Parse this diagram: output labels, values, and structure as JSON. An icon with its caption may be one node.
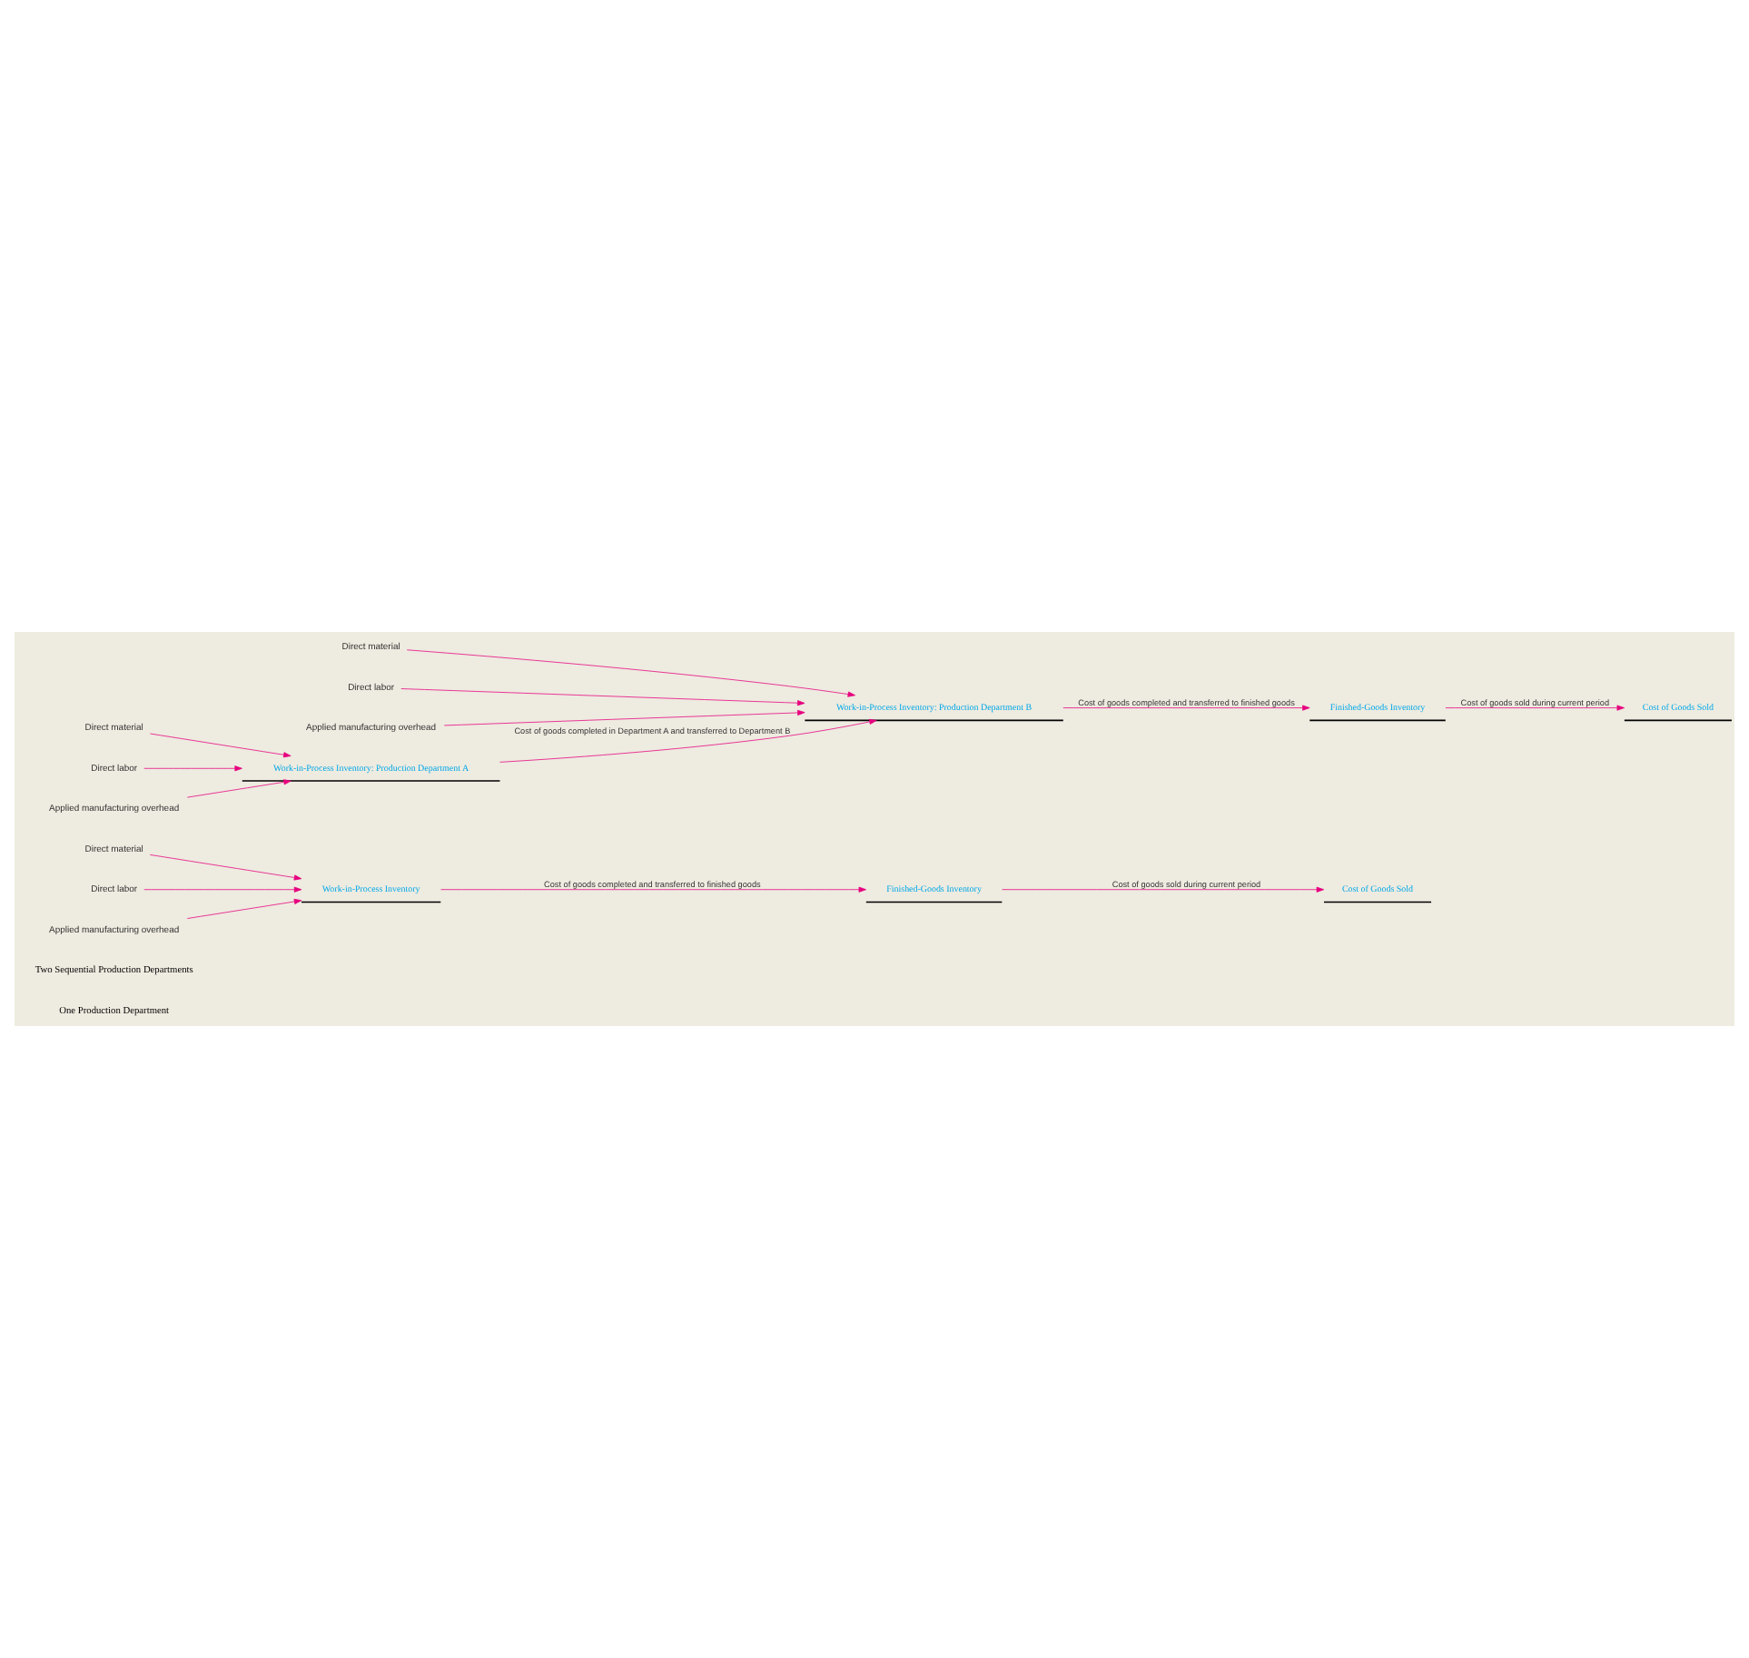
{
  "diagram": {
    "nodes": [
      {
        "text": [
          "Work-in-Process Inventory"
        ]
      },
      {
        "text": [
          "Finished-Goods Inventory"
        ]
      },
      {
        "text": [
          "Cost of Goods Sold"
        ]
      },
      {
        "text": [
          "Direct material"
        ]
      },
      {
        "text": [
          "Direct labor"
        ]
      },
      {
        "text": [
          "Applied manufacturing overhead"
        ]
      },
      {
        "text": [
          "Work-in-Process Inventory: Production Department A"
        ]
      },
      {
        "text": [
          "Work-in-Process Inventory: Production Department B"
        ]
      },
      {
        "text": [
          "Finished-Goods Inventory"
        ]
      },
      {
        "text": [
          "Cost of Goods Sold"
        ]
      },
      {
        "text": [
          "Direct material"
        ]
      },
      {
        "text": [
          "Direct labor"
        ]
      },
      {
        "text": [
          "Applied manufacturing overhead"
        ]
      },
      {
        "text": [
          "Direct material"
        ]
      },
      {
        "text": [
          "Direct labor"
        ]
      },
      {
        "text": [
          "Applied manufacturing overhead"
        ]
      }
    ],
    "edges": [
      {
        "from": 3,
        "to": 0,
        "arrow": "to"
      },
      {
        "from": 4,
        "to": 0,
        "arrow": "to"
      },
      {
        "from": 5,
        "to": 0,
        "arrow": "to"
      },
      {
        "from": 0,
        "to": 1,
        "arrow": "to",
        "label": "Cost of goods completed and transferred to finished goods"
      },
      {
        "from": 1,
        "to": 2,
        "arrow": "to",
        "label": "Cost of goods sold during current period"
      },
      {
        "from": 10,
        "to": 6,
        "arrow": "to"
      },
      {
        "from": 11,
        "to": 6,
        "arrow": "to"
      },
      {
        "from": 12,
        "to": 6,
        "arrow": "to"
      },
      {
        "from": 6,
        "to": 7,
        "arrow": "to",
        "label": "Cost of goods completed in Department A and transferred to Department B"
      },
      {
        "from": 13,
        "to": 7,
        "arrow": "to"
      },
      {
        "from": 14,
        "to": 7,
        "arrow": "to"
      },
      {
        "from": 15,
        "to": 7,
        "arrow": "to"
      },
      {
        "from": 7,
        "to": 8,
        "arrow": "to",
        "label": "Cost of goods completed and transferred to finished goods"
      },
      {
        "from": 8,
        "to": 9,
        "arrow": "to",
        "label": "Cost of goods sold during current period"
      }
    ],
    "labels": [
      "One Production Department",
      "Two Sequential Production Departments"
    ]
  }
}
